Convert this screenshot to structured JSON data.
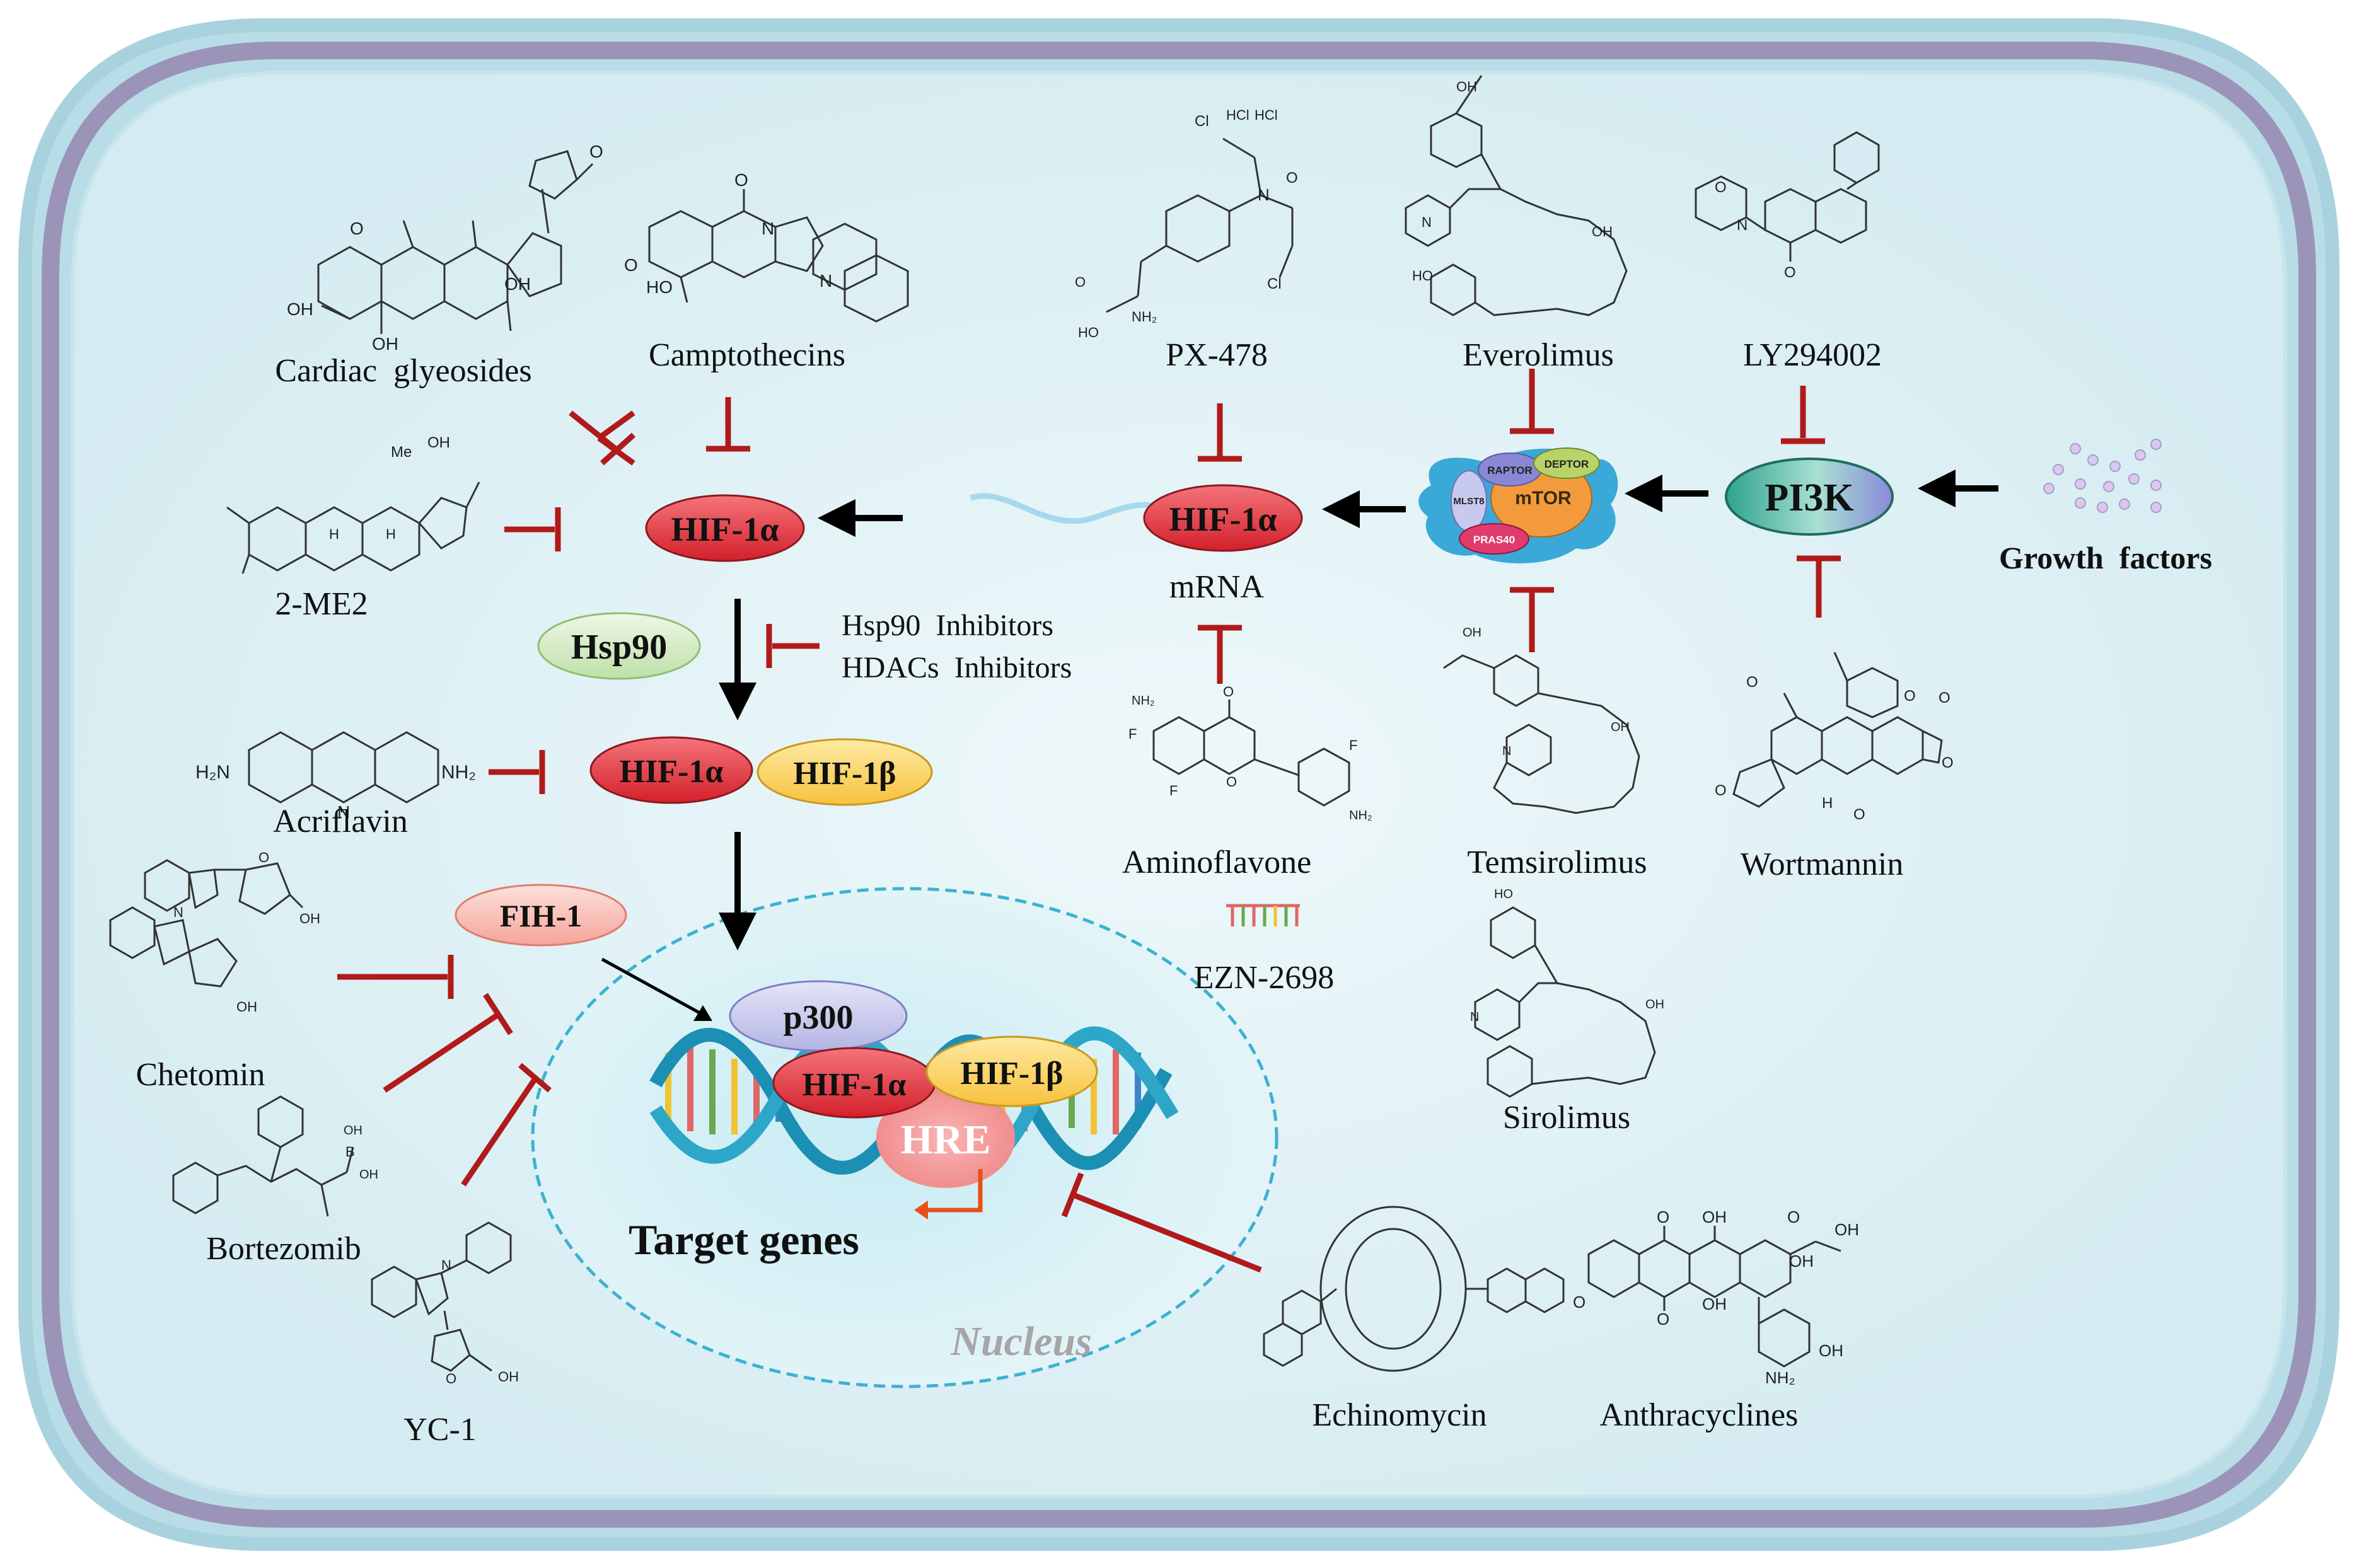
{
  "nodes": {
    "hif1a_top": "HIF-1α",
    "hif1a_mrna": "HIF-1α",
    "mrna": "mRNA",
    "pi3k": "PI3K",
    "growth_factors": "Growth  factors",
    "hsp90": "Hsp90",
    "hsp90_inhibitors": "Hsp90  Inhibitors",
    "hdacs_inhibitors": "HDACs  Inhibitors",
    "hif1a_dimer": "HIF-1α",
    "hif1b_dimer": "HIF-1β",
    "fih1": "FIH-1",
    "p300": "p300",
    "hif1a_dna": "HIF-1α",
    "hif1b_dna": "HIF-1β",
    "hre": "HRE",
    "target_genes": "Target genes",
    "nucleus": "Nucleus",
    "mtor": "mTOR",
    "mtor_parts": [
      "MLST8",
      "RAPTOR",
      "DEPTOR",
      "PRAS40"
    ]
  },
  "drugs": {
    "cardiac_glycosides": "Cardiac  glyeosides",
    "camptothecins": "Camptothecins",
    "px478": "PX-478",
    "everolimus": "Everolimus",
    "ly294002": "LY294002",
    "me2": "2-ME2",
    "acriflavin": "Acriflavin",
    "chetomin": "Chetomin",
    "bortezomib": "Bortezomib",
    "yc1": "YC-1",
    "aminoflavone": "Aminoflavone",
    "ezn2698": "EZN-2698",
    "temsirolimus": "Temsirolimus",
    "wortmannin": "Wortmannin",
    "sirolimus": "Sirolimus",
    "echinomycin": "Echinomycin",
    "anthracyclines": "Anthracyclines"
  },
  "structure_text": {
    "oh": "OH",
    "ho": "HO",
    "h": "H",
    "n": "N",
    "nh2": "NH₂",
    "h2n": "H₂N",
    "o": "O",
    "me": "Me",
    "hcl": "HCl",
    "cl": "Cl",
    "f": "F",
    "b": "B"
  },
  "colors": {
    "cell_fill": "#dff0f4",
    "membrane": "#9b94b8",
    "hif1a": "#e8323c",
    "hif1b": "#fbd160",
    "pi3k": "#5bb8a6",
    "hsp90": "#cfe8c0",
    "inhibit": "#b01a1a",
    "nucleus_border": "#3db1d0"
  }
}
